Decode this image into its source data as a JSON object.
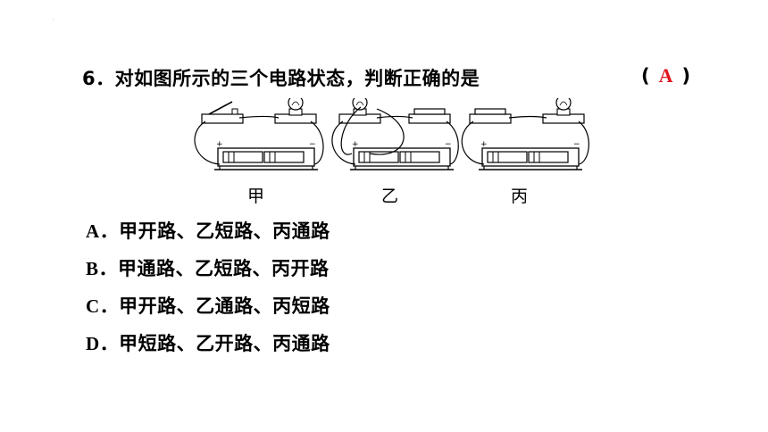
{
  "question": {
    "number": "6",
    "text": "对如图所示的三个电路状态，判断正确的是",
    "answer_open": "(",
    "answer": "A",
    "answer_close": ")"
  },
  "figure": {
    "labels": [
      "甲",
      "乙",
      "丙"
    ]
  },
  "options": [
    {
      "letter": "A．",
      "text": "甲开路、乙短路、丙通路"
    },
    {
      "letter": "B．",
      "text": "甲通路、乙短路、丙开路"
    },
    {
      "letter": "C．",
      "text": "甲开路、乙通路、丙短路"
    },
    {
      "letter": "D．",
      "text": "甲短路、乙开路、丙通路"
    }
  ],
  "colors": {
    "answer": "#e0141e",
    "text": "#000000"
  }
}
